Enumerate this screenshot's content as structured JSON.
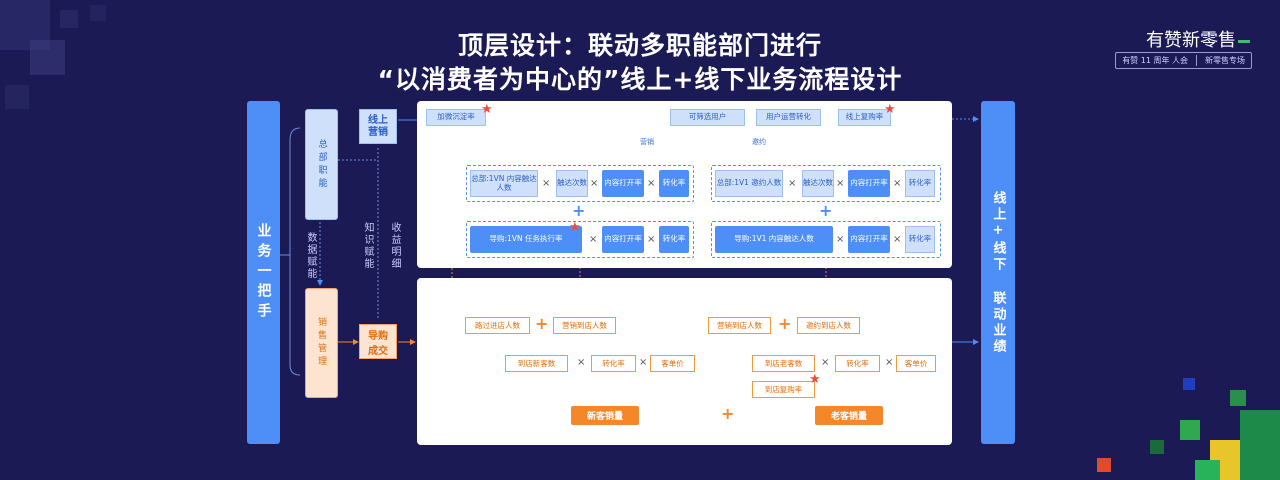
{
  "title": {
    "line1": "顶层设计：联动多职能部门进行",
    "line2": "“以消费者为中心的”线上+线下业务流程设计"
  },
  "brand": {
    "name": "有赞新零售",
    "tag1": "有赞 11 周年 人会",
    "tag2": "新零售专场"
  },
  "left_pillar": "业务一把手",
  "right_pillar": "线上+线下 联动业绩",
  "hq": "总部职能",
  "sales_mgmt": "销售管理",
  "data_empower": "数据赋能",
  "knowledge_empower": "知识赋能",
  "revenue_detail": "收益明细",
  "online_marketing": "线上营销",
  "guide_deal": "导购成交",
  "online": {
    "top": [
      "加微沉淀率",
      "可筛选用户",
      "用户运营转化",
      "线上复购率"
    ],
    "branch_marketing": "营销",
    "branch_invite": "邀约",
    "left_row1": [
      "总部:1VN 内容触达人数",
      "触达次数",
      "内容打开率",
      "转化率"
    ],
    "left_row2": [
      "导购:1VN 任务执行率",
      "内容打开率",
      "转化率"
    ],
    "right_row1": [
      "总部:1V1 邀约人数",
      "触达次数",
      "内容打开率",
      "转化率"
    ],
    "right_row2": [
      "导购:1V1 内容触达人数",
      "内容打开率",
      "转化率"
    ],
    "times": "×",
    "plus": "+"
  },
  "offline": {
    "left_top": [
      "路过进店人数",
      "营销到店人数"
    ],
    "left_mid": [
      "到店新客数",
      "转化率",
      "客单价"
    ],
    "left_result": "新客销量",
    "right_top": [
      "营销到店人数",
      "邀约到店人数"
    ],
    "right_mid": [
      "到店老客数",
      "转化率",
      "客单价"
    ],
    "right_extra": "到店复购率",
    "right_result": "老客销量"
  },
  "colors": {
    "bg": "#1b1a55",
    "blue": "#4e8ff7",
    "orange": "#f4872a",
    "light_blue": "#cfe0fb"
  }
}
